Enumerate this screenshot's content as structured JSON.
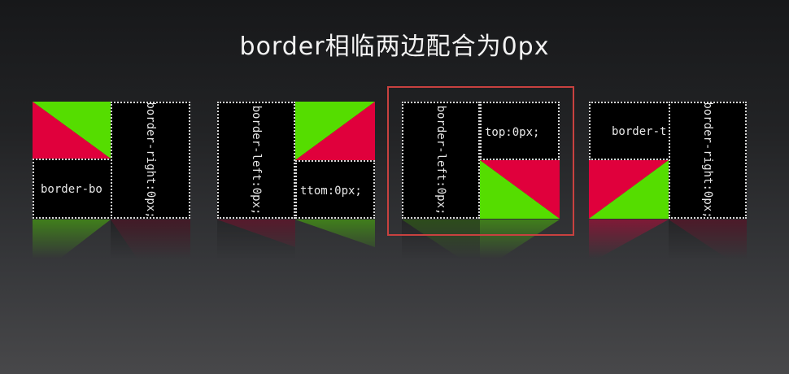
{
  "title": "border相临两边配合为0px",
  "colors": {
    "green": "#55dd00",
    "red": "#e0003c",
    "highlight": "#c8413f"
  },
  "demos": [
    {
      "horizontal_label": "border-bo",
      "vertical_label": "border-right:0px;"
    },
    {
      "horizontal_label": "ttom:0px;",
      "vertical_label": "border-left:0px;"
    },
    {
      "horizontal_label": "top:0px;",
      "vertical_label": "border-left:0px;"
    },
    {
      "horizontal_label": "border-t",
      "vertical_label": "border-right:0px;"
    }
  ]
}
